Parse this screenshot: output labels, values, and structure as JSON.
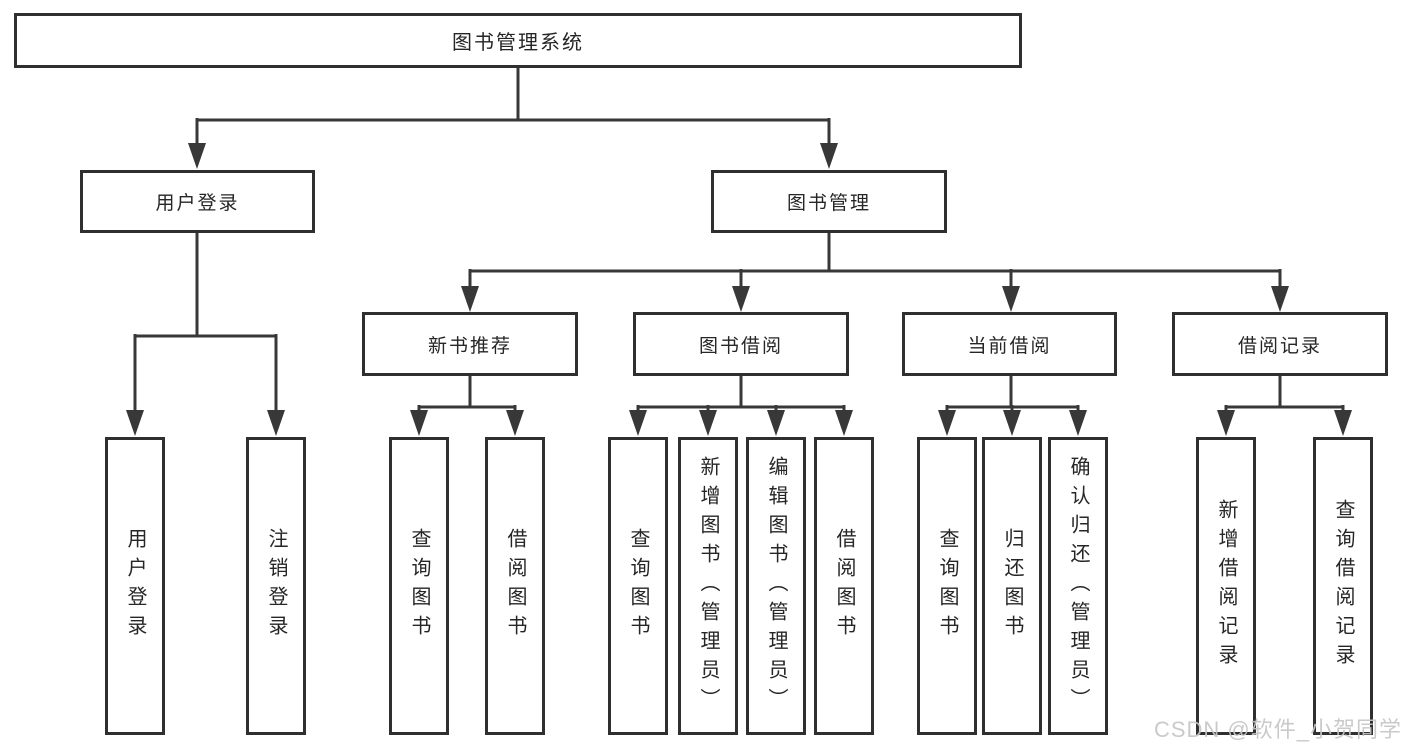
{
  "diagram": {
    "colors": {
      "line": "#383838",
      "box_border": "#2f2f2f",
      "text": "#262626",
      "watermark": "#c6c6c6",
      "background": "#ffffff"
    },
    "tree": {
      "label": "图书管理系统",
      "children": [
        {
          "label": "用户登录",
          "children": [
            {
              "label": "用户登录"
            },
            {
              "label": "注销登录"
            }
          ]
        },
        {
          "label": "图书管理",
          "children": [
            {
              "label": "新书推荐",
              "children": [
                {
                  "label": "查询图书"
                },
                {
                  "label": "借阅图书"
                }
              ]
            },
            {
              "label": "图书借阅",
              "children": [
                {
                  "label": "查询图书"
                },
                {
                  "label": "新增图书（管理员）"
                },
                {
                  "label": "编辑图书（管理员）"
                },
                {
                  "label": "借阅图书"
                }
              ]
            },
            {
              "label": "当前借阅",
              "children": [
                {
                  "label": "查询图书"
                },
                {
                  "label": "归还图书"
                },
                {
                  "label": "确认归还（管理员）"
                }
              ]
            },
            {
              "label": "借阅记录",
              "children": [
                {
                  "label": "新增借阅记录"
                },
                {
                  "label": "查询借阅记录"
                }
              ]
            }
          ]
        }
      ]
    },
    "watermark": "CSDN @软件_小贺同学"
  }
}
